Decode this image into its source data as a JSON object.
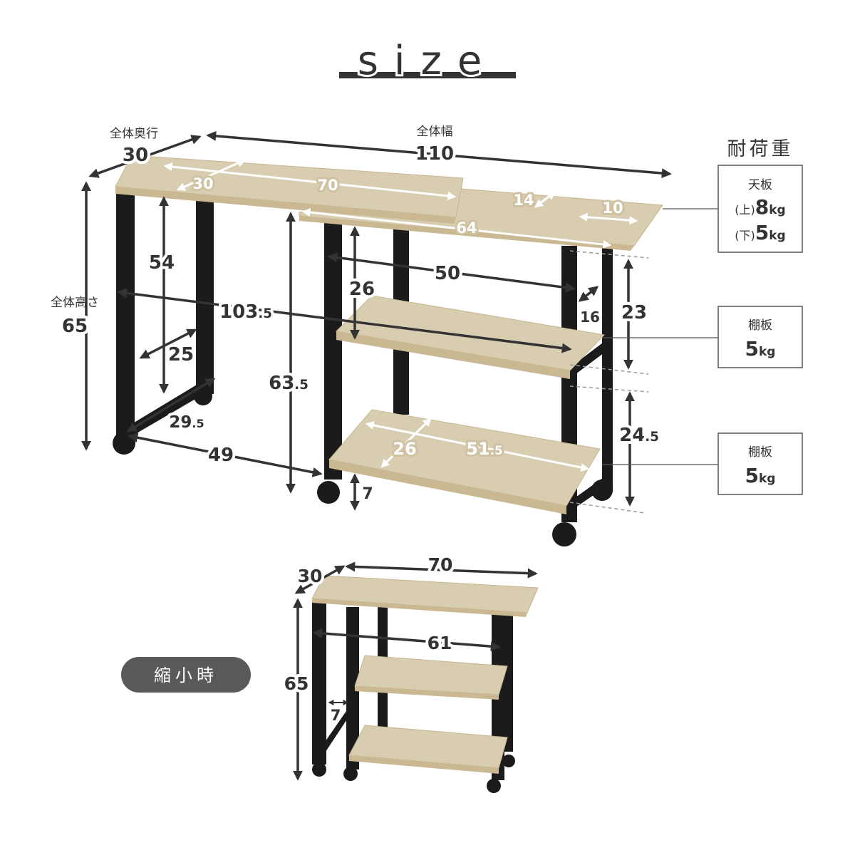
{
  "title": "size",
  "labels": {
    "depth_total": "全体奥行",
    "width_total": "全体幅",
    "height_total": "全体高さ",
    "load_capacity": "耐荷重",
    "compact_mode": "縮小時"
  },
  "dimensions": {
    "depth": "30",
    "width": "110",
    "height": "65",
    "top_depth": "30",
    "top_width": "70",
    "lower_top_width": "64",
    "slot_depth": "14",
    "slot_width": "10",
    "leg_clear_height": "54",
    "upper_gap": "26",
    "inner_width": "50",
    "span_int": "103",
    "span_dec": ".5",
    "side_depth": "16",
    "shelf_gap_upper": "23",
    "frame_depth": "25",
    "lower_top_height_int": "63",
    "lower_top_height_dec": ".5",
    "base_depth_int": "29",
    "base_depth_dec": ".5",
    "base_span": "49",
    "floor_clear": "7",
    "shelf_gap_lower_int": "24",
    "shelf_gap_lower_dec": ".5",
    "shelf_depth": "26",
    "shelf_width_int": "51",
    "shelf_width_dec": ".5"
  },
  "compact": {
    "depth": "30",
    "width": "70",
    "height": "65",
    "inner_width": "61",
    "floor_clear": "7"
  },
  "load_boxes": [
    {
      "name": "天板",
      "line1_prefix": "(上)",
      "line1_value": "8",
      "line1_unit": "kg",
      "line2_prefix": "(下)",
      "line2_value": "5",
      "line2_unit": "kg"
    },
    {
      "name": "棚板",
      "value": "5",
      "unit": "kg"
    },
    {
      "name": "棚板",
      "value": "5",
      "unit": "kg"
    }
  ]
}
